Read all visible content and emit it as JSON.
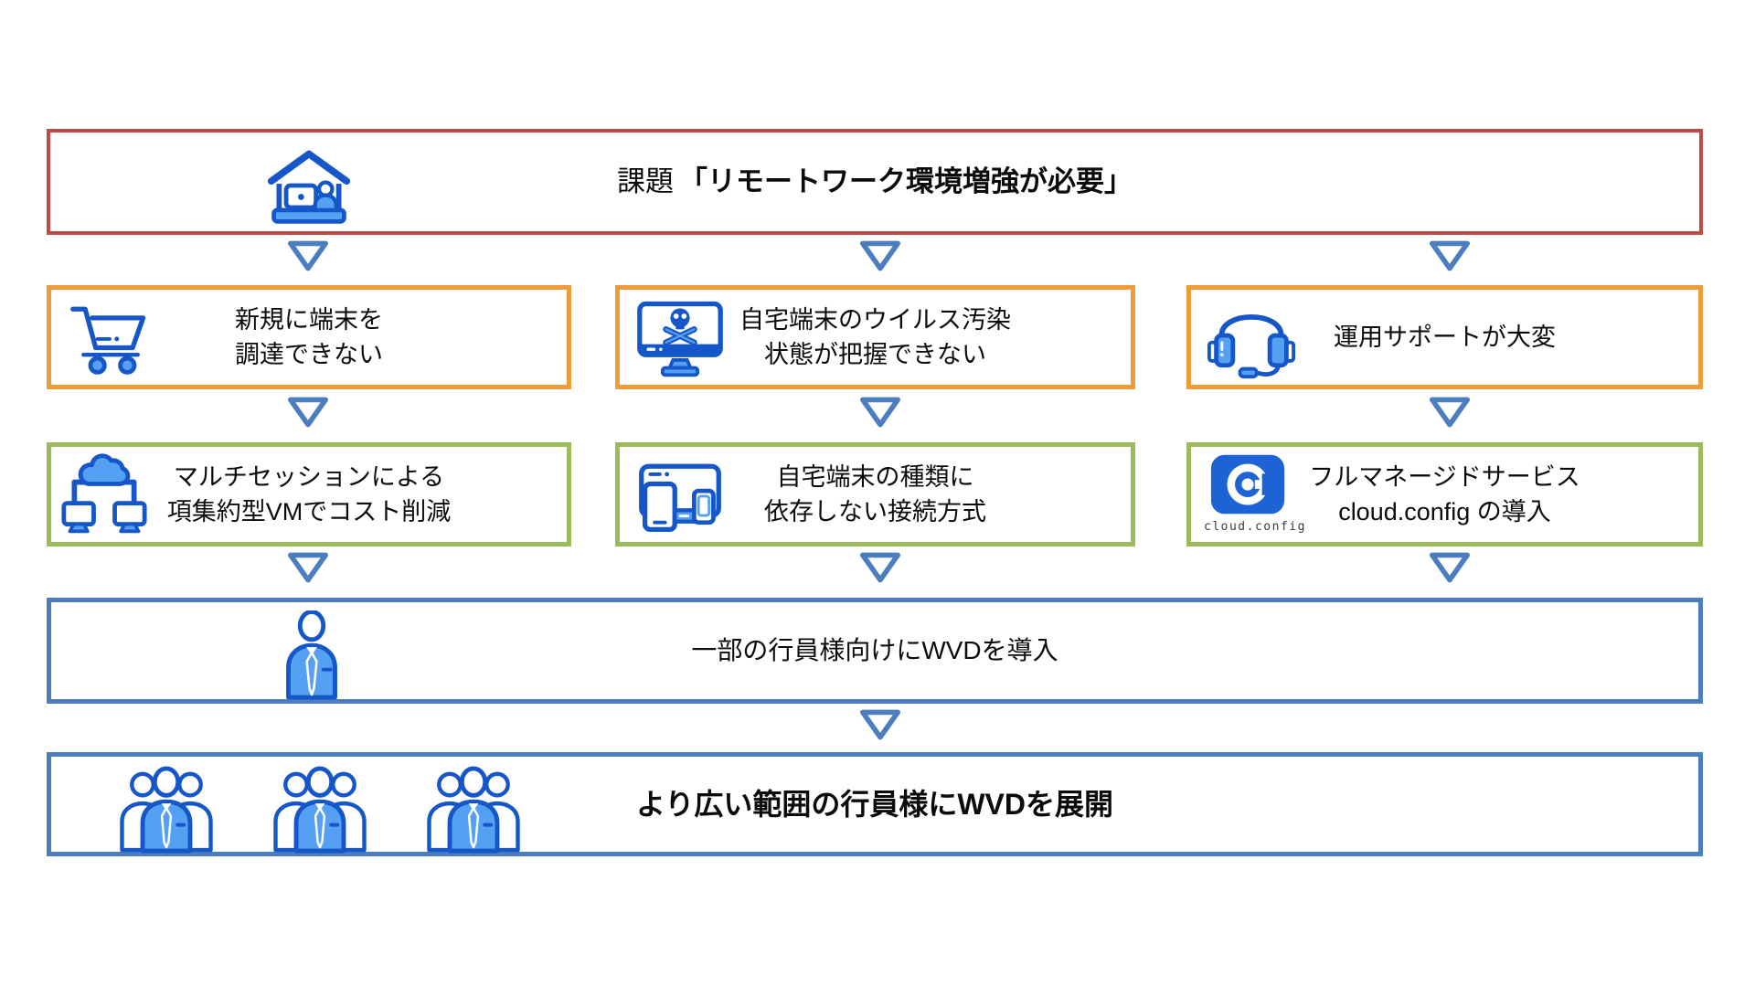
{
  "diagram": {
    "problem": {
      "label_prefix": "課題",
      "label_main": "「リモートワーク環境増強が必要」",
      "icon": "house-remote-work-icon",
      "border_color": "#BE4B48"
    },
    "challenges": [
      {
        "lines": [
          "新規に端末を",
          "調達できない"
        ],
        "icon": "shopping-cart-icon"
      },
      {
        "lines": [
          "自宅端末のウイルス汚染",
          "状態が把握できない"
        ],
        "icon": "virus-infected-pc-icon"
      },
      {
        "lines": [
          "運用サポートが大変"
        ],
        "icon": "headset-icon"
      }
    ],
    "challenges_border_color": "#EE9C39",
    "solutions": [
      {
        "lines": [
          "マルチセッションによる",
          "項集約型VMでコスト削減"
        ],
        "icon": "cloud-vm-network-icon"
      },
      {
        "lines": [
          "自宅端末の種類に",
          "依存しない接続方式"
        ],
        "icon": "multi-device-icon"
      },
      {
        "lines": [
          "フルマネージドサービス",
          "cloud.config の導入"
        ],
        "icon": "cloud-config-logo",
        "logo_caption": "cloud.config"
      }
    ],
    "solutions_border_color": "#9CBB5C",
    "phase1": {
      "text": "一部の行員様向けにWVDを導入",
      "icon": "person-icon"
    },
    "phase2": {
      "text": "より広い範囲の行員様にWVDを展開",
      "icon": "people-group-icon",
      "icon_count": 3
    },
    "phases_border_color": "#4C7DBE",
    "arrow_color": "#4C7DBE",
    "icon_stroke_color": "#1556C8",
    "icon_fill_color": "#55A0F2",
    "logo_color": "#1E63D6"
  }
}
